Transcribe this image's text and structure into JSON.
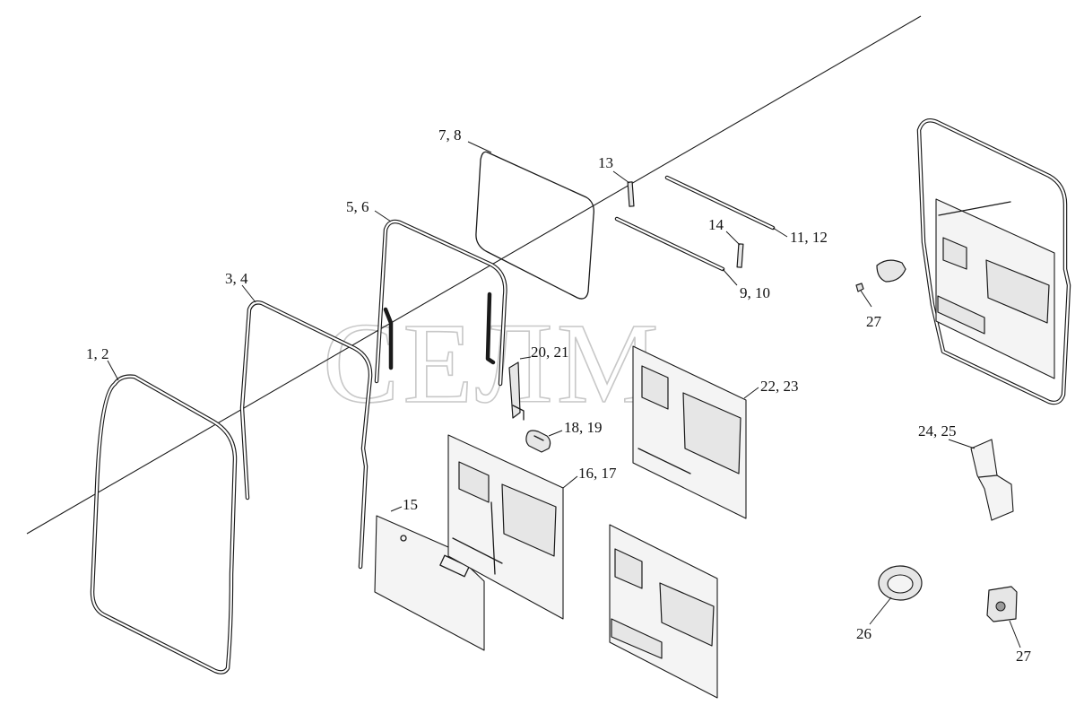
{
  "watermark": "СЕЛМ",
  "labels": {
    "l_1_2": "1, 2",
    "l_3_4": "3, 4",
    "l_5_6": "5, 6",
    "l_7_8": "7, 8",
    "l_13": "13",
    "l_11_12": "11, 12",
    "l_14": "14",
    "l_9_10": "9, 10",
    "l_20_21": "20, 21",
    "l_18_19": "18, 19",
    "l_16_17": "16, 17",
    "l_15": "15",
    "l_22_23": "22, 23",
    "l_27_top": "27",
    "l_24_25": "24, 25",
    "l_26": "26",
    "l_27_bottom": "27"
  }
}
